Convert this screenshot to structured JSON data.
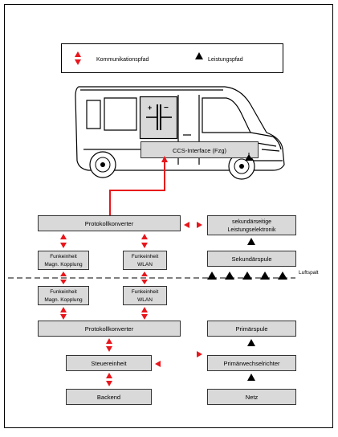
{
  "legend": {
    "communication_label": "Kommunikationspfad",
    "power_label": "Leistungspfad"
  },
  "vehicle": {
    "interface_label": "CCS-Interface (Fzg)",
    "charger_symbol": "dc-converter-icon"
  },
  "blocks": {
    "protocol_converter_top": "Protokollkonverter",
    "secondary_electronics_line1": "sekundärseitige",
    "secondary_electronics_line2": "Leistungselektronik",
    "radio_magnetic_top_line1": "Funkeinheit",
    "radio_magnetic_top_line2": "Magn. Kopplung",
    "radio_wlan_top_line1": "Funkeinheit",
    "radio_wlan_top_line2": "WLAN",
    "secondary_coil": "Sekundärspule",
    "air_gap": "Luftspalt",
    "radio_magnetic_bottom_line1": "Funkeinheit",
    "radio_magnetic_bottom_line2": "Magn. Kopplung",
    "radio_wlan_bottom_line1": "Funkeinheit",
    "radio_wlan_bottom_line2": "WLAN",
    "protocol_converter_bottom": "Protokollkonverter",
    "primary_coil": "Primärspule",
    "control_unit": "Steuereinheit",
    "primary_inverter": "Primärwechselrichter",
    "backend": "Backend",
    "grid": "Netz"
  },
  "colors": {
    "communication": "#e8161b",
    "power": "#000000",
    "block_fill": "#d9d9d9",
    "block_stroke": "#333333"
  }
}
